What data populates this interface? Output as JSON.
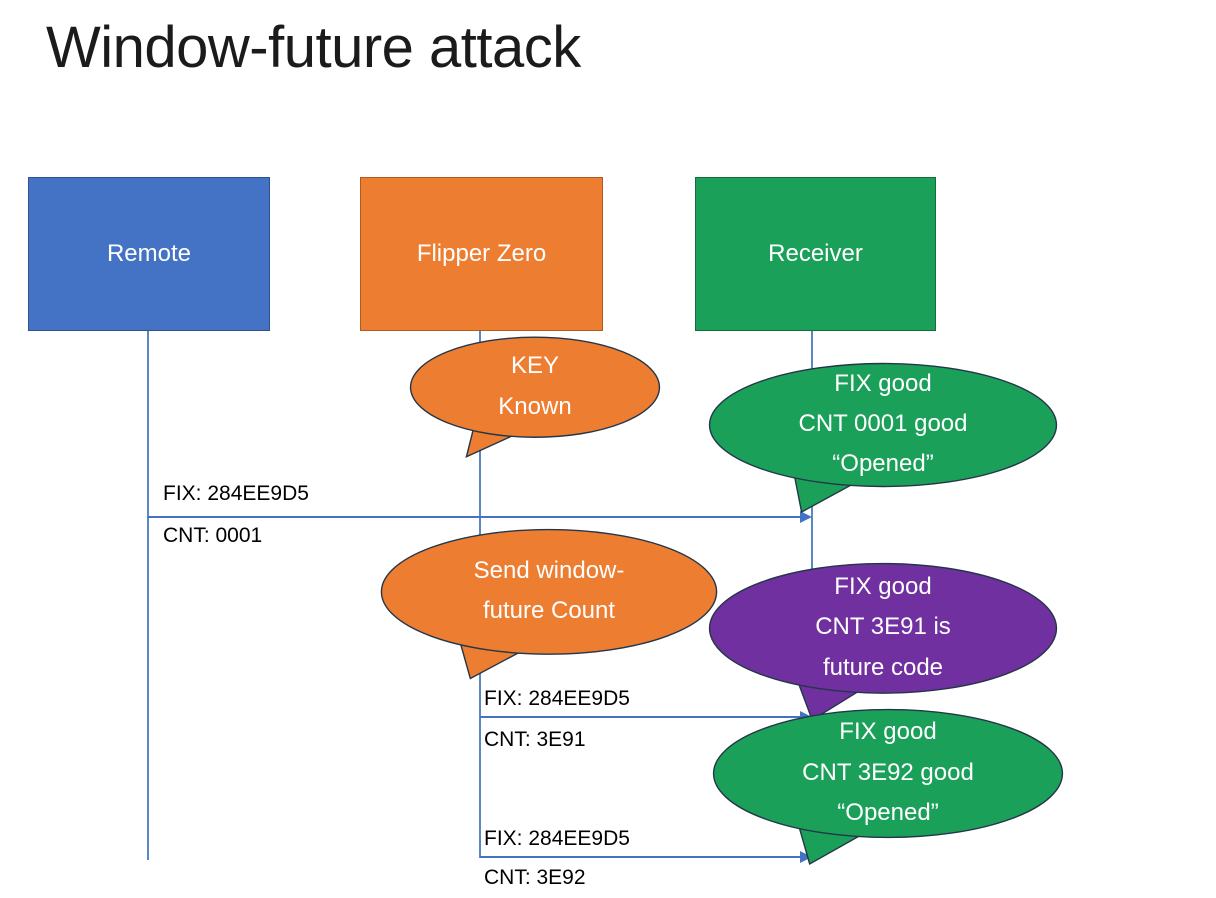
{
  "title": "Window-future attack",
  "colors": {
    "blue": "#4472C4",
    "orange": "#ED7D31",
    "green": "#1BA05A",
    "purple": "#7030A0",
    "arrow": "#4472C4",
    "bubble_outline": "#24364A",
    "label_text": "#000000",
    "box_text": "#FFFFFF"
  },
  "actors": [
    {
      "label": "Remote"
    },
    {
      "label": "Flipper Zero"
    },
    {
      "label": "Receiver"
    }
  ],
  "bubbles": [
    {
      "text": "KEY\nKnown",
      "fill": "#ED7D31"
    },
    {
      "text": "FIX good\nCNT 0001 good\n“Opened”",
      "fill": "#1BA05A"
    },
    {
      "text": "Send window-\nfuture Count",
      "fill": "#ED7D31"
    },
    {
      "text": "FIX good\nCNT 3E91 is\nfuture code",
      "fill": "#7030A0"
    },
    {
      "text": "FIX good\nCNT 3E92 good\n“Opened”",
      "fill": "#1BA05A"
    }
  ],
  "messages": [
    {
      "line1": "FIX: 284EE9D5",
      "line2": "CNT: 0001"
    },
    {
      "line1": "FIX: 284EE9D5",
      "line2": "CNT: 3E91"
    },
    {
      "line1": "FIX: 284EE9D5",
      "line2": "CNT: 3E92"
    }
  ]
}
